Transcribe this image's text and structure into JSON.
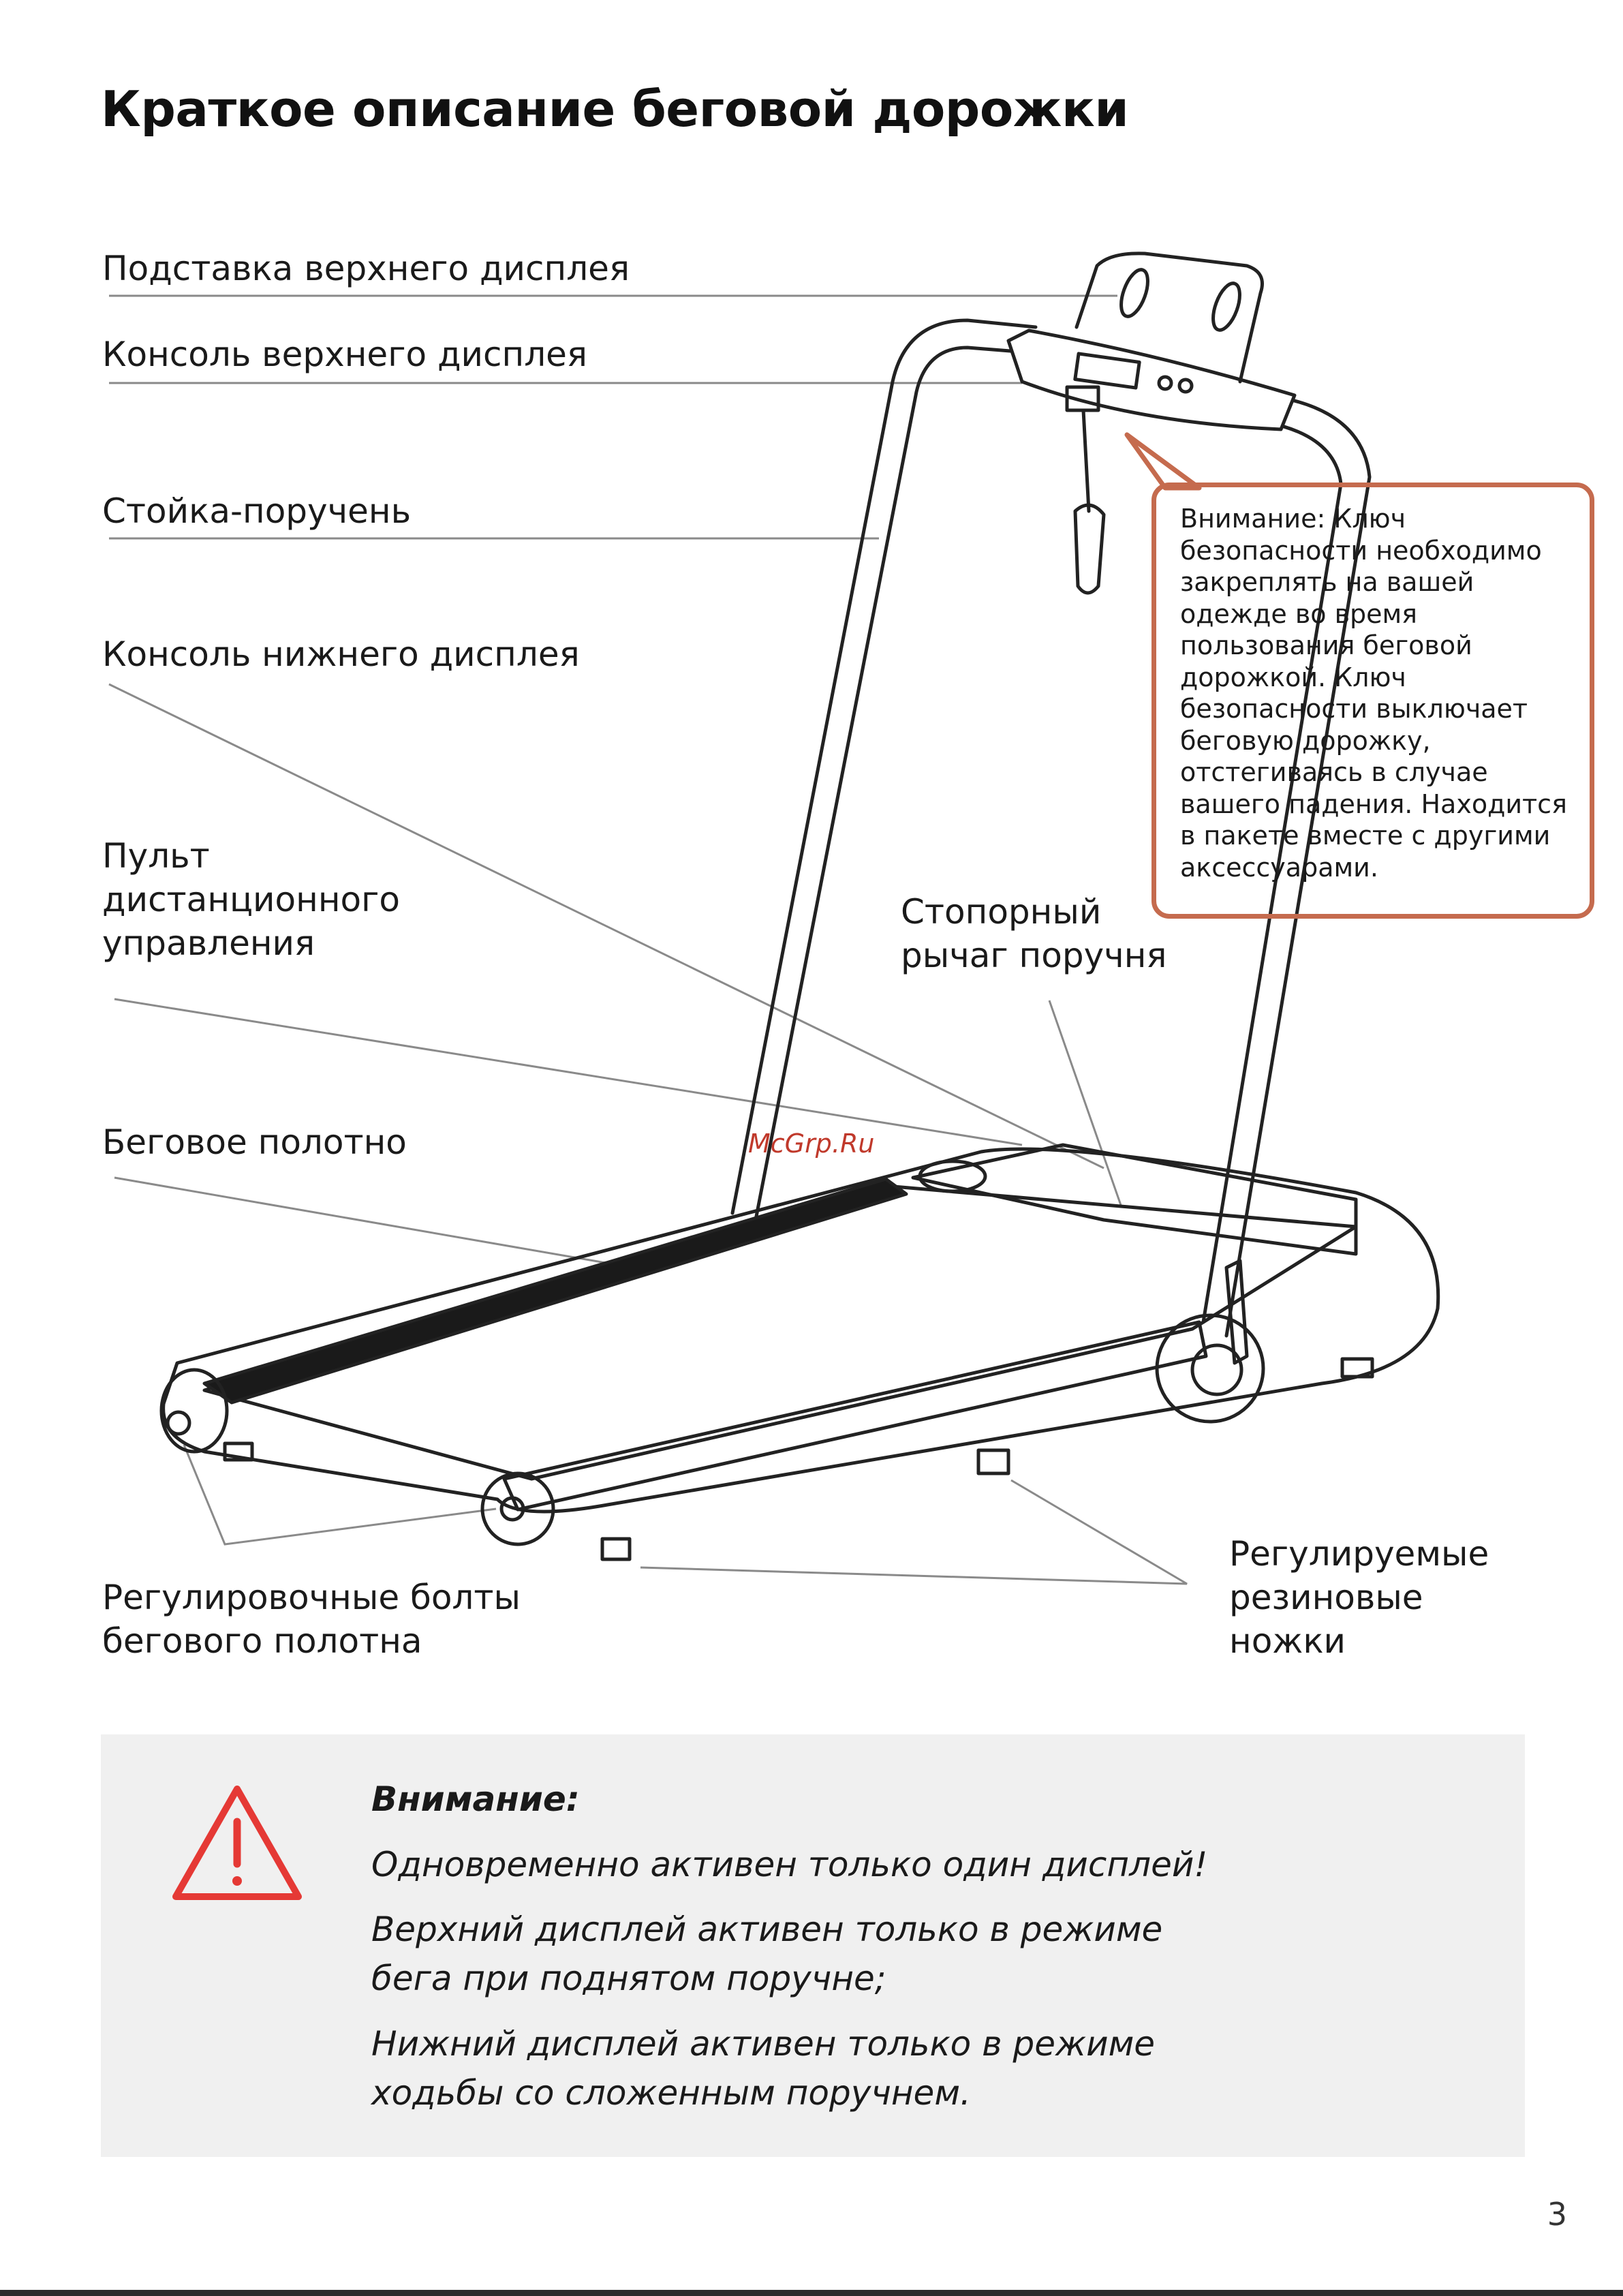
{
  "title": "Краткое описание беговой дорожки",
  "labels": {
    "top_display_stand": "Подставка верхнего дисплея",
    "top_display_console": "Консоль верхнего дисплея",
    "handrail_post": "Стойка-поручень",
    "bottom_display_console": "Консоль нижнего дисплея",
    "remote_control": "Пульт\nдистанционного\nуправления",
    "running_belt": "Беговое полотно",
    "handrail_lock_lever": "Стопорный\nрычаг поручня",
    "belt_adjust_bolts": "Регулировочные болты\nбегового полотна",
    "rubber_feet": "Регулируемые\nрезиновые\nножки"
  },
  "callout": {
    "text": "Внимание: Ключ безопасности необходимо закреплять на вашей одежде во время пользования беговой дорожкой. Ключ безопасности выключает беговую дорожку, отстегиваясь в случае вашего падения. Находится в пакете вместе с другими аксессуарами."
  },
  "watermark": "McGrp.Ru",
  "warning": {
    "icon": "warning-triangle-icon",
    "heading": "Внимание:",
    "lines": [
      "Одновременно активен только один дисплей!",
      "Верхний дисплей активен только в режиме\nбега при поднятом поручне;",
      "Нижний дисплей активен только в режиме\nходьбы со сложенным поручнем."
    ]
  },
  "page_number": "3",
  "colors": {
    "callout_border": "#c56b4e",
    "warning_icon": "#e53935",
    "warning_bg": "#f0f0f0"
  }
}
